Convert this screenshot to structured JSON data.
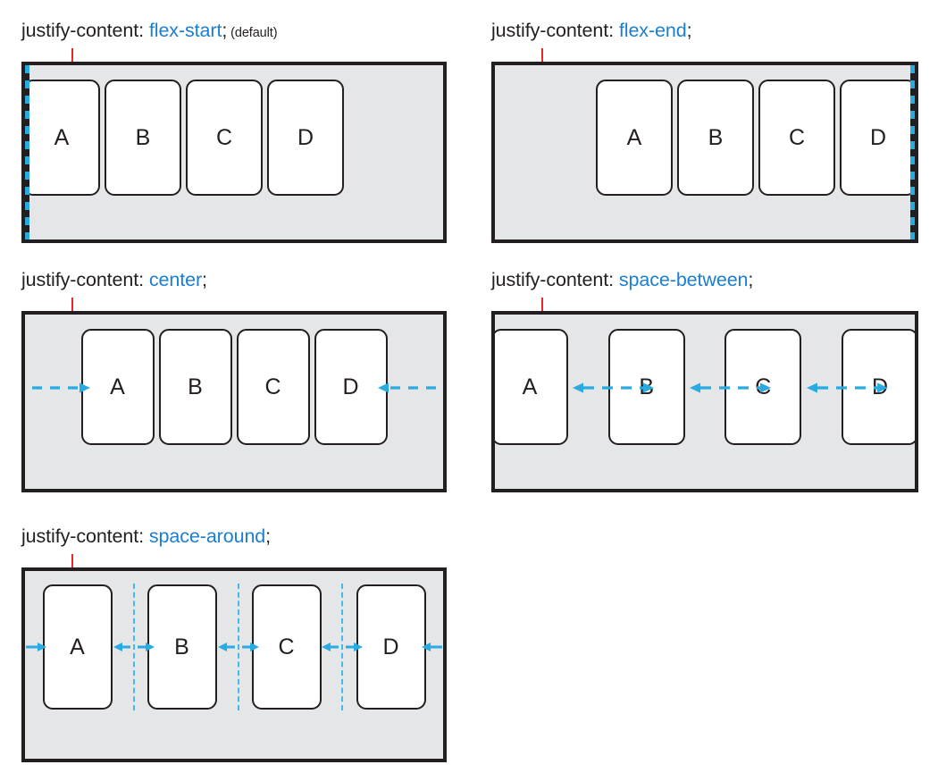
{
  "figure": {
    "title_prefix": "justify-content: ",
    "semicolon": ";",
    "item_labels": [
      "A",
      "B",
      "C",
      "D"
    ],
    "colors": {
      "value_blue": "#1a7fd4",
      "arrow_cyan": "#29abe2",
      "divider_cyan": "#43b9ee",
      "tick_red": "#e8262a",
      "container_fill": "#e4e6e8",
      "container_border": "#231f20",
      "item_fill": "#ffffff",
      "text_dark": "#231f20"
    }
  },
  "panels": [
    {
      "id": "flex-start",
      "value": "flex-start",
      "note": " (default)",
      "items": [
        "A",
        "B",
        "C",
        "D"
      ],
      "edge_marker": "left",
      "arrows": [],
      "dividers": 0
    },
    {
      "id": "flex-end",
      "value": "flex-end",
      "note": "",
      "items": [
        "A",
        "B",
        "C",
        "D"
      ],
      "edge_marker": "right",
      "arrows": [],
      "dividers": 0
    },
    {
      "id": "center",
      "value": "center",
      "note": "",
      "items": [
        "A",
        "B",
        "C",
        "D"
      ],
      "edge_marker": "none",
      "arrows": [
        "dashed-right",
        "dashed-left"
      ],
      "dividers": 0
    },
    {
      "id": "space-between",
      "value": "space-between",
      "note": "",
      "items": [
        "A",
        "B",
        "C",
        "D"
      ],
      "edge_marker": "none",
      "arrows": [
        "double-dashed",
        "double-dashed",
        "double-dashed"
      ],
      "dividers": 0
    },
    {
      "id": "space-around",
      "value": "space-around",
      "note": "",
      "items": [
        "A",
        "B",
        "C",
        "D"
      ],
      "edge_marker": "none",
      "arrows": [
        "half",
        "pair",
        "pair",
        "pair",
        "half"
      ],
      "dividers": 3
    }
  ]
}
